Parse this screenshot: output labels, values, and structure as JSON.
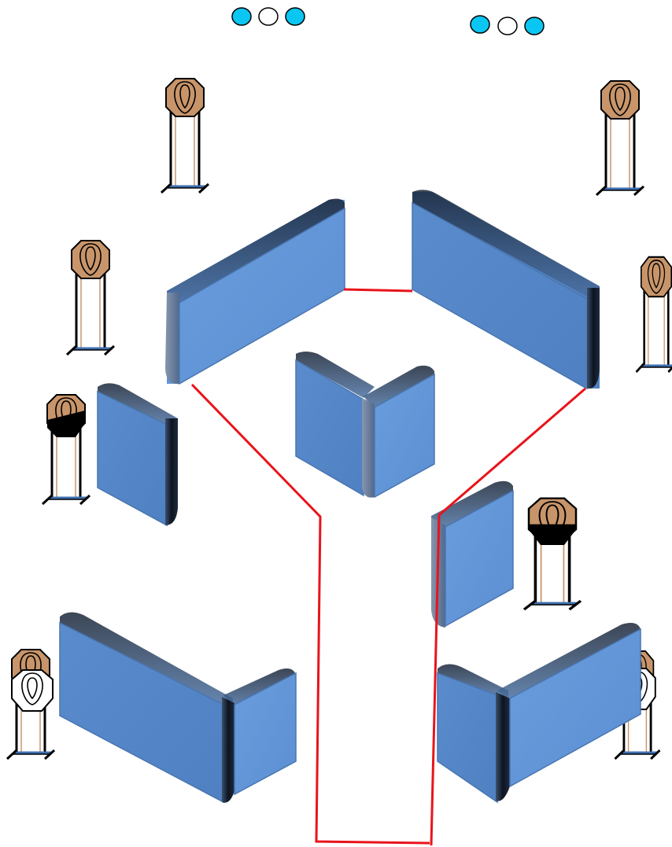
{
  "stage": {
    "description_colors": {
      "wall_face_light": "#6194d6",
      "wall_face_mid": "#5787c8",
      "wall_edge_dark": "#1d2a3f",
      "wall_top_dark": "#2a3f60",
      "wall_side_grey": "#6f84a2",
      "target_tan": "#c8956a",
      "target_black": "#000000",
      "target_white": "#ffffff",
      "stand_blue": "#3d6fb0",
      "boundary_red": "#e8141c",
      "steel_cyan": "#0ac6f2"
    },
    "walls": [
      {
        "name": "wall-top-left-long"
      },
      {
        "name": "wall-top-right-long"
      },
      {
        "name": "wall-center-v-left"
      },
      {
        "name": "wall-center-v-right"
      },
      {
        "name": "wall-left-small"
      },
      {
        "name": "wall-right-small"
      },
      {
        "name": "wall-bottom-left-long"
      },
      {
        "name": "wall-bottom-left-short"
      },
      {
        "name": "wall-bottom-right-short"
      },
      {
        "name": "wall-bottom-right-long"
      }
    ],
    "targets": [
      {
        "name": "target-top-left",
        "kind": "paper"
      },
      {
        "name": "target-top-right",
        "kind": "paper"
      },
      {
        "name": "target-left-upper",
        "kind": "paper"
      },
      {
        "name": "target-right-upper",
        "kind": "paper"
      },
      {
        "name": "target-left-mid",
        "kind": "paper-hardcover"
      },
      {
        "name": "target-right-mid",
        "kind": "paper-hardcover"
      },
      {
        "name": "target-bottom-left",
        "kind": "paper-no-shoot"
      },
      {
        "name": "target-bottom-right",
        "kind": "paper-no-shoot"
      }
    ],
    "steel_groups": [
      {
        "name": "steel-group-left",
        "plates": [
          "shoot",
          "no-shoot",
          "shoot"
        ]
      },
      {
        "name": "steel-group-right",
        "plates": [
          "shoot",
          "no-shoot",
          "shoot"
        ]
      }
    ]
  }
}
